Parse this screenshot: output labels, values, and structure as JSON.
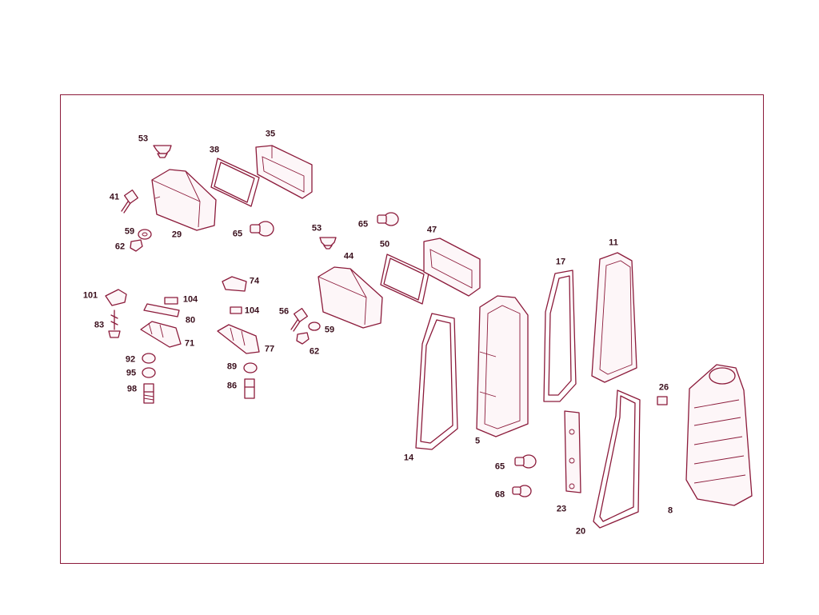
{
  "diagram": {
    "type": "exploded-parts-diagram",
    "colors": {
      "line": "#8b1a3a",
      "label": "#3a0f1c",
      "background": "#ffffff"
    },
    "callouts": [
      {
        "id": "c53a",
        "label": "53"
      },
      {
        "id": "c35",
        "label": "35"
      },
      {
        "id": "c38",
        "label": "38"
      },
      {
        "id": "c41",
        "label": "41"
      },
      {
        "id": "c59a",
        "label": "59"
      },
      {
        "id": "c29",
        "label": "29"
      },
      {
        "id": "c62a",
        "label": "62"
      },
      {
        "id": "c65a",
        "label": "65"
      },
      {
        "id": "c53b",
        "label": "53"
      },
      {
        "id": "c65b",
        "label": "65"
      },
      {
        "id": "c47",
        "label": "47"
      },
      {
        "id": "c50",
        "label": "50"
      },
      {
        "id": "c44",
        "label": "44"
      },
      {
        "id": "c17",
        "label": "17"
      },
      {
        "id": "c11",
        "label": "11"
      },
      {
        "id": "c74",
        "label": "74"
      },
      {
        "id": "c101",
        "label": "101"
      },
      {
        "id": "c104a",
        "label": "104"
      },
      {
        "id": "c104b",
        "label": "104"
      },
      {
        "id": "c56",
        "label": "56"
      },
      {
        "id": "c59b",
        "label": "59"
      },
      {
        "id": "c83",
        "label": "83"
      },
      {
        "id": "c80",
        "label": "80"
      },
      {
        "id": "c71",
        "label": "71"
      },
      {
        "id": "c77",
        "label": "77"
      },
      {
        "id": "c62b",
        "label": "62"
      },
      {
        "id": "c92",
        "label": "92"
      },
      {
        "id": "c89",
        "label": "89"
      },
      {
        "id": "c95",
        "label": "95"
      },
      {
        "id": "c98",
        "label": "98"
      },
      {
        "id": "c86",
        "label": "86"
      },
      {
        "id": "c26",
        "label": "26"
      },
      {
        "id": "c5",
        "label": "5"
      },
      {
        "id": "c14",
        "label": "14"
      },
      {
        "id": "c65c",
        "label": "65"
      },
      {
        "id": "c68",
        "label": "68"
      },
      {
        "id": "c23",
        "label": "23"
      },
      {
        "id": "c20",
        "label": "20"
      },
      {
        "id": "c8",
        "label": "8"
      }
    ]
  }
}
